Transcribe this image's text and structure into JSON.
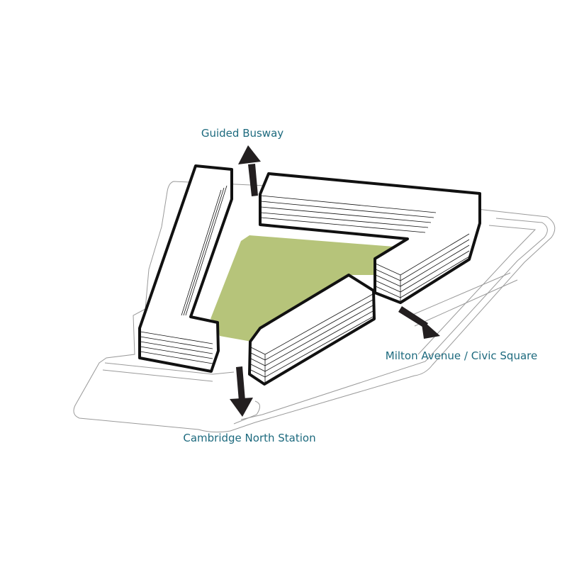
{
  "colors": {
    "label": "#1d6a7e",
    "courtyard": "#b6c47a",
    "outline": "#111111",
    "site": "#9a9a9a",
    "arrow": "#231f20"
  },
  "labels": {
    "north": "Guided Busway",
    "east": "Milton Avenue / Civic Square",
    "south": "Cambridge North Station"
  }
}
